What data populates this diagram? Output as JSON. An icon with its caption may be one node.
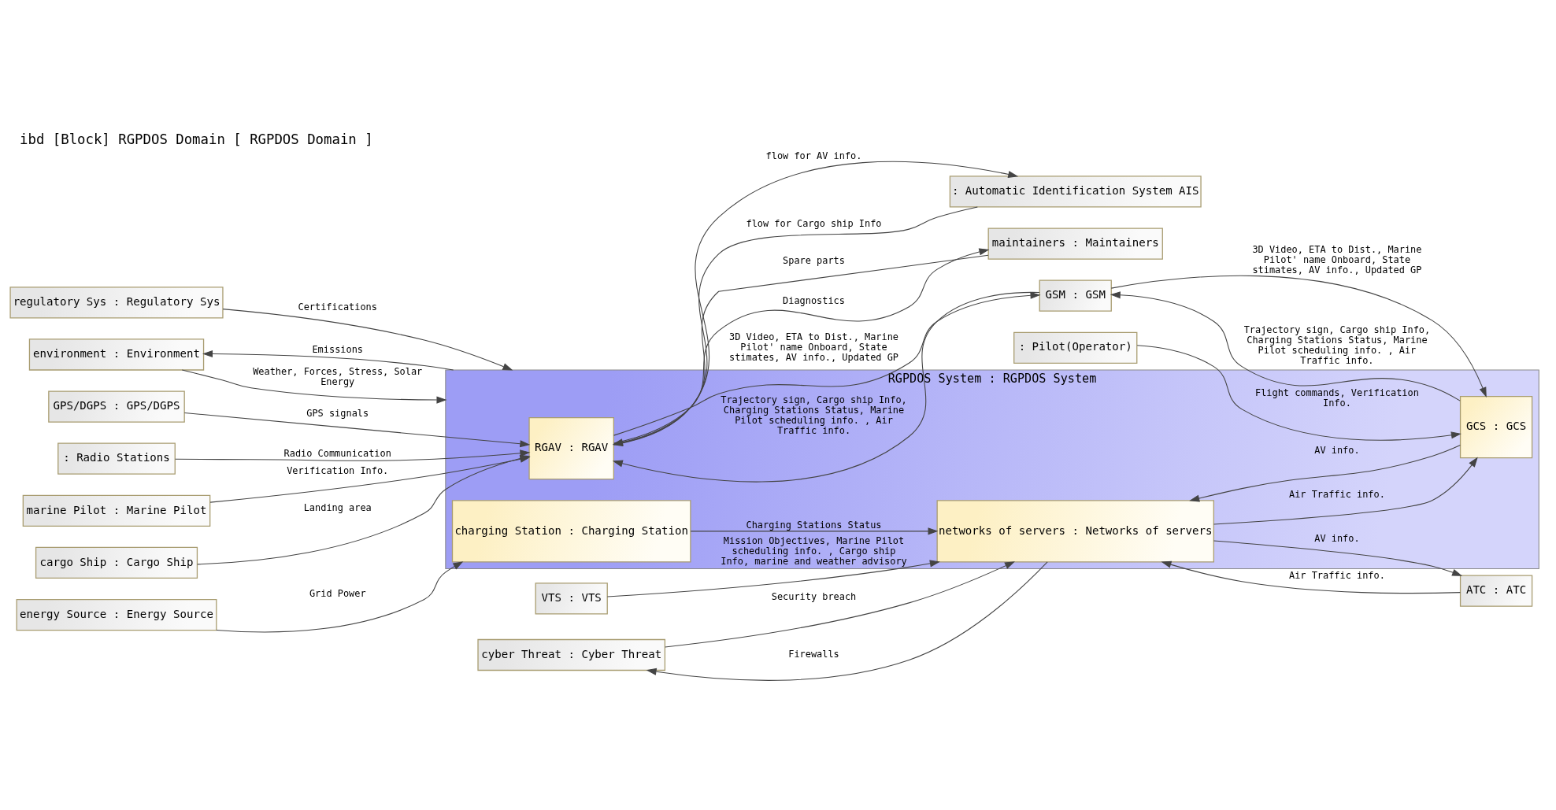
{
  "diagram": {
    "title": "ibd [Block] RGPDOS Domain [ RGPDOS Domain ]",
    "nodes": [
      {
        "text": [
          "environment : Environment"
        ]
      },
      {
        "text": [
          "energy Source : Energy Source"
        ]
      },
      {
        "text": [
          "regulatory Sys : Regulatory Sys"
        ]
      },
      {
        "text": [
          "cyber Threat : Cyber Threat"
        ]
      },
      {
        "text": [
          "VTS : VTS"
        ]
      },
      {
        "text": [
          "ATC : ATC"
        ]
      },
      {
        "text": [
          "RGPDOS System : RGPDOS System"
        ]
      },
      {
        "text": [
          "charging Station : Charging Station"
        ],
        "in": 6
      },
      {
        "text": [
          "GCS : GCS"
        ],
        "in": 6
      },
      {
        "text": [
          "RGAV : RGAV"
        ],
        "in": 6
      },
      {
        "text": [
          "networks of servers : Networks of servers"
        ],
        "in": 6
      },
      {
        "text": [
          ": Pilot(Operator)"
        ]
      },
      {
        "text": [
          "GSM : GSM"
        ]
      },
      {
        "text": [
          "GPS/DGPS : GPS/DGPS"
        ]
      },
      {
        "text": [
          ": Radio Stations"
        ]
      },
      {
        "text": [
          "marine Pilot : Marine Pilot"
        ]
      },
      {
        "text": [
          "maintainers : Maintainers"
        ]
      },
      {
        "text": [
          ": Automatic Identification System AIS"
        ]
      },
      {
        "text": [
          "cargo Ship : Cargo Ship"
        ]
      }
    ],
    "edges": [
      {
        "from": 0,
        "to": 6,
        "arrow": "to",
        "label": "Weather, Forces, Stress, Solar Energy"
      },
      {
        "from": 6,
        "to": 0,
        "arrow": "to",
        "label": "Emissions"
      },
      {
        "from": 1,
        "to": 7,
        "arrow": "to",
        "label": "Grid Power"
      },
      {
        "from": 2,
        "to": 6,
        "arrow": "to",
        "label": "Certifications"
      },
      {
        "from": 10,
        "to": 3,
        "arrow": "to",
        "label": "Firewalls"
      },
      {
        "from": 3,
        "to": 10,
        "arrow": "to",
        "label": "Security breach"
      },
      {
        "from": 4,
        "to": 10,
        "arrow": "to",
        "label": "Mission Objectives, Marine Pilot scheduling info. , Cargo ship Info, marine and weather advisory"
      },
      {
        "from": 10,
        "to": 5,
        "arrow": "to",
        "label": "AV info."
      },
      {
        "from": 5,
        "to": 10,
        "arrow": "to",
        "label": "Air Traffic info."
      },
      {
        "from": 7,
        "to": 10,
        "arrow": "to",
        "label": "Charging Stations Status"
      },
      {
        "from": 10,
        "to": 8,
        "arrow": "to",
        "label": "Air Traffic info."
      },
      {
        "from": 8,
        "to": 10,
        "arrow": "to",
        "label": "AV info."
      },
      {
        "from": 11,
        "to": 8,
        "arrow": "to",
        "label": "Flight commands, Verification Info."
      },
      {
        "from": 12,
        "to": 8,
        "arrow": "to",
        "label": "3D Video, ETA to Dist., Marine Pilot' name Onboard, State stimates, AV info., Updated GP"
      },
      {
        "from": 8,
        "to": 12,
        "arrow": "to",
        "label": "Trajectory sign, Cargo ship Info, Charging Stations Status, Marine Pilot scheduling info. , Air Traffic info."
      },
      {
        "from": 12,
        "to": 9,
        "arrow": "to",
        "label": "Trajectory sign, Cargo ship Info, Charging Stations Status, Marine Pilot scheduling info. , Air Traffic info."
      },
      {
        "from": 9,
        "to": 12,
        "arrow": "to",
        "label": "3D Video, ETA to Dist., Marine Pilot' name Onboard, State stimates, AV info., Updated GP"
      },
      {
        "from": 13,
        "to": 9,
        "arrow": "to",
        "label": "GPS signals"
      },
      {
        "from": 14,
        "to": 9,
        "arrow": "to",
        "label": "Radio Communication"
      },
      {
        "from": 15,
        "to": 9,
        "arrow": "to",
        "label": "Verification Info."
      },
      {
        "from": 16,
        "to": 9,
        "arrow": "to",
        "label": "Spare parts"
      },
      {
        "from": 9,
        "to": 16,
        "arrow": "to",
        "label": "Diagnostics"
      },
      {
        "from": 17,
        "to": 9,
        "arrow": "to",
        "label": "flow for Cargo ship Info"
      },
      {
        "from": 9,
        "to": 17,
        "arrow": "to",
        "label": "flow for AV info."
      },
      {
        "from": 18,
        "to": 9,
        "arrow": "to",
        "label": "Landing area"
      }
    ]
  }
}
